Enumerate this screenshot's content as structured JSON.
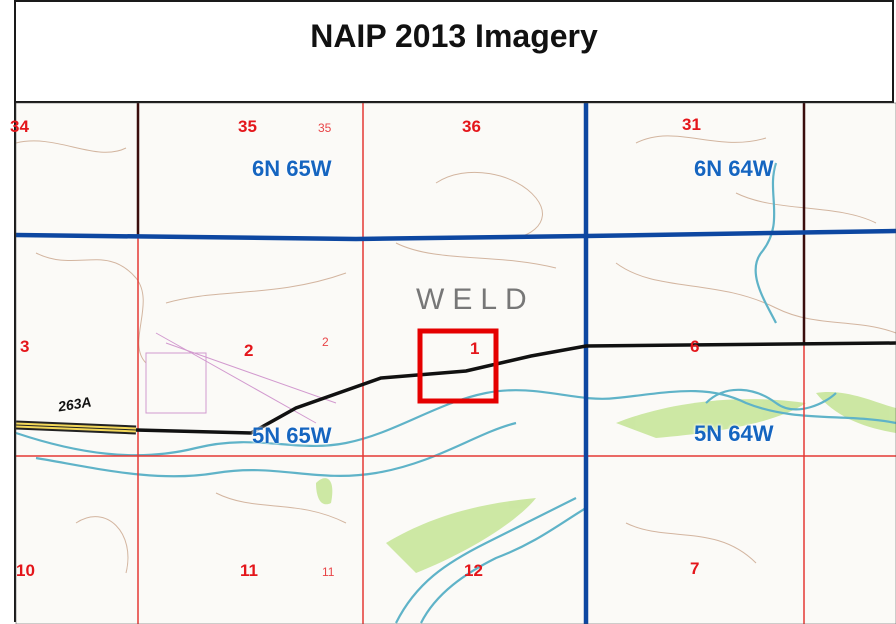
{
  "title": "NAIP 2013 Imagery",
  "county": "WELD",
  "route": "263A",
  "townships": {
    "nw": "6N 65W",
    "ne": "6N 64W",
    "sw": "5N 65W",
    "se": "5N 64W"
  },
  "sections": {
    "s34": "34",
    "s35": "35",
    "s35b": "35",
    "s36": "36",
    "s31": "31",
    "s3": "3",
    "s2": "2",
    "s2b": "2",
    "s1": "1",
    "s6": "6",
    "s10": "10",
    "s11": "11",
    "s11b": "11",
    "s12": "12",
    "s7": "7"
  },
  "colors": {
    "section_line": "#e53935",
    "township_line": "#0d47a1",
    "road": "#111111",
    "highlight": "#e50000",
    "river": "#5fb3c8",
    "vegetation": "#c8e59a",
    "contour": "#c9a48a"
  }
}
